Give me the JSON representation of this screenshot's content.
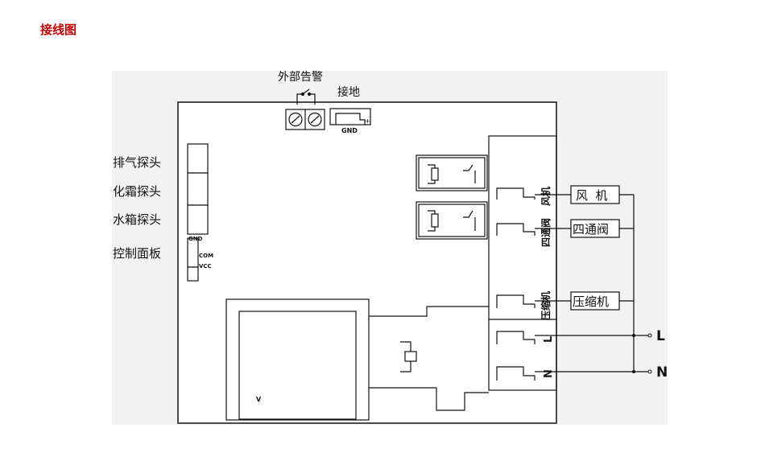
{
  "title": "接线图",
  "colors": {
    "title": "#c00000",
    "line": "#111111",
    "panel_bg": "#f2f2f2",
    "board_bg": "#ffffff"
  },
  "diagram": {
    "alarm_label": "外部告警",
    "ground_label": "接地",
    "gnd_label": "GND",
    "plus_sign": "+",
    "sensors": [
      "排气探头",
      "化霜探头",
      "水箱探头"
    ],
    "control_panel": "控制面板",
    "connector_pins": [
      "GND",
      "COM",
      "VCC"
    ],
    "transformer_mark": "V",
    "terminals": [
      "风机",
      "四通阀",
      "压缩机",
      "L",
      "N"
    ],
    "load_boxes": [
      "风  机",
      "四通阀",
      "压缩机"
    ],
    "power": [
      "L",
      "N"
    ]
  }
}
